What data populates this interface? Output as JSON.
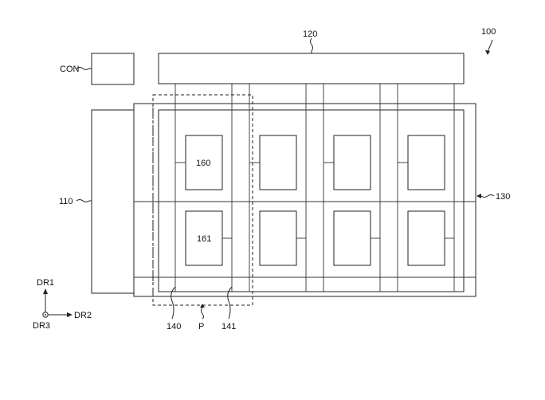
{
  "labels": {
    "device": "100",
    "driver": "120",
    "controller": "CON",
    "gate_driver": "110",
    "display_region": "130",
    "cell_a": "160",
    "cell_b": "161",
    "line_a": "140",
    "line_b": "141",
    "pixel": "P",
    "axis_vertical": "DR1",
    "axis_horizontal": "DR2",
    "axis_normal": "DR3"
  }
}
